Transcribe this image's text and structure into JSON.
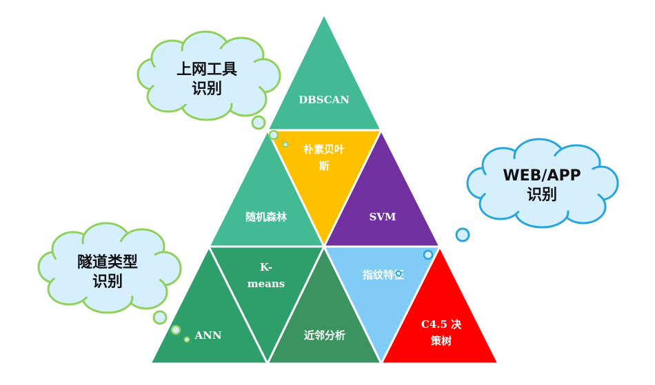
{
  "colors": {
    "green_light": "#43b994",
    "green_mid": "#2e9e6b",
    "green_dark": "#3b9460",
    "yellow": "#ffc000",
    "purple": "#7030a0",
    "light_blue": "#80ccf6",
    "red": "#ff0000",
    "cloud_fill": "#d6efff",
    "cloud_outline_green": "#8fd05a",
    "cloud_outline_blue": "#27a4dc"
  },
  "triangles": {
    "dbscan": "DBSCAN",
    "naive_bayes_line1": "朴素贝叶",
    "naive_bayes_line2": "斯",
    "random_forest": "随机森林",
    "svm": "SVM",
    "kmeans_line1": "K-",
    "kmeans_line2": "means",
    "fingerprint": "指纹特征",
    "ann": "ANN",
    "knn": "近邻分析",
    "c45_line1": "C4.5 决",
    "c45_line2": "策树"
  },
  "clouds": {
    "internet_tool": {
      "line1": "上网工具",
      "line2": "识别"
    },
    "web_app": {
      "line1": "WEB/APP",
      "line2": "识别"
    },
    "tunnel_type": {
      "line1": "隧道类型",
      "line2": "识别"
    }
  }
}
